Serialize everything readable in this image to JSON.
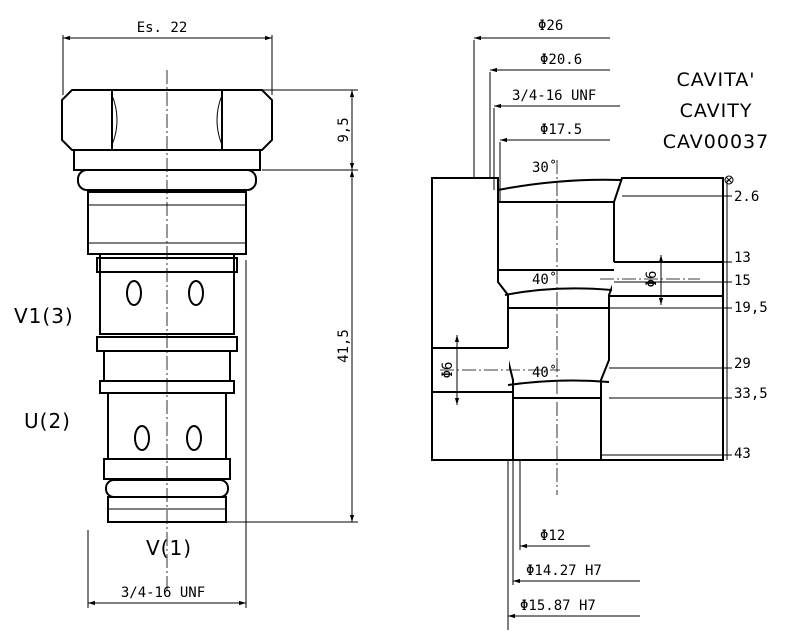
{
  "valve": {
    "hex_size": "Es. 22",
    "thread_bottom": "3/4-16 UNF",
    "height_top": "9,5",
    "height_total": "41,5",
    "ports": {
      "v1": "V1(3)",
      "u": "U(2)",
      "v": "V(1)"
    }
  },
  "cavity": {
    "title_lines": [
      "CAVITA'",
      "CAVITY",
      "CAV00037"
    ],
    "top_dims": [
      "Φ26",
      "Φ20.6",
      "3/4-16 UNF",
      "Φ17.5"
    ],
    "angles": [
      "30˚",
      "40˚",
      "40˚"
    ],
    "side_bores": [
      "Φ6",
      "Φ6"
    ],
    "depths": [
      "2.6",
      "13",
      "15",
      "19,5",
      "29",
      "33,5",
      "43"
    ],
    "bottom_dims": [
      "Φ12",
      "Φ14.27 H7",
      "Φ15.87 H7"
    ]
  }
}
